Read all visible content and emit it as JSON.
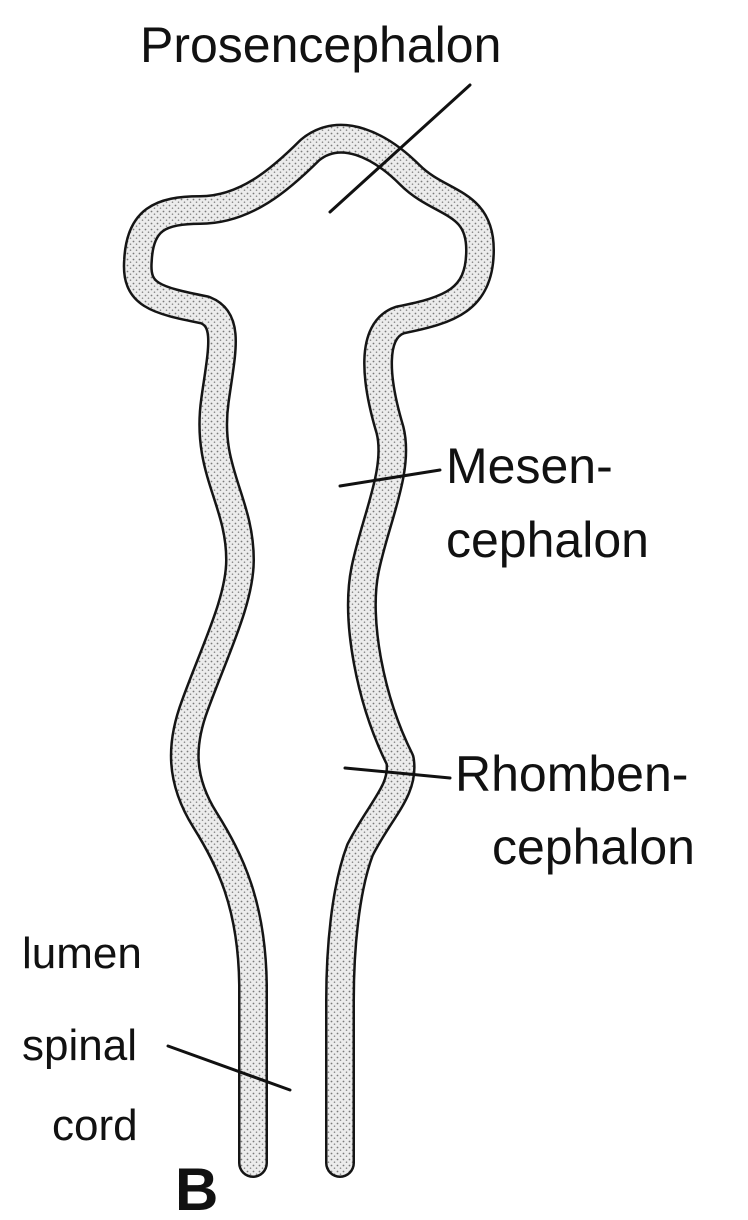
{
  "diagram": {
    "labels": {
      "prosencephalon": "Prosencephalon",
      "mesencephalon_line1": "Mesen-",
      "mesencephalon_line2": "cephalon",
      "rhombencephalon_line1": "Rhomben-",
      "rhombencephalon_line2": "cephalon",
      "lumen_line1": "lumen",
      "lumen_line2": "spinal",
      "lumen_line3": "cord",
      "panel_letter": "B"
    },
    "colors": {
      "ink": "#111111",
      "wall_fill": "#ececec",
      "stipple_dot": "#7a7a7a",
      "background": "#ffffff"
    }
  }
}
